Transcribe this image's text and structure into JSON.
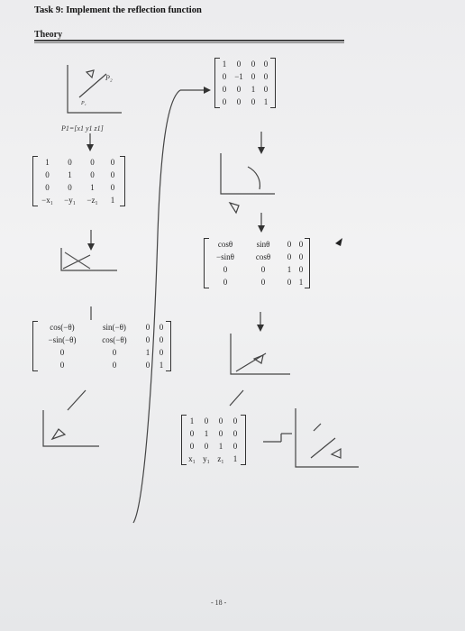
{
  "page": {
    "task_title": "Task 9: Implement the reflection function",
    "section_heading": "Theory",
    "footer": "- 18 -"
  },
  "figure": {
    "label_p1": "P₁",
    "label_p2": "P₂",
    "caption_p1": "P1=[x1 y1 z1]"
  },
  "matrices": {
    "translate_to_origin": [
      [
        "1",
        "0",
        "0",
        "0"
      ],
      [
        "0",
        "1",
        "0",
        "0"
      ],
      [
        "0",
        "0",
        "1",
        "0"
      ],
      [
        "−x₁",
        "−y₁",
        "−z₁",
        "1"
      ]
    ],
    "rotate_neg_theta": [
      [
        "cos(−θ)",
        "sin(−θ)",
        "0",
        "0"
      ],
      [
        "−sin(−θ)",
        "cos(−θ)",
        "0",
        "0"
      ],
      [
        "0",
        "0",
        "1",
        "0"
      ],
      [
        "0",
        "0",
        "0",
        "1"
      ]
    ],
    "reflect_x": [
      [
        "1",
        "0",
        "0",
        "0"
      ],
      [
        "0",
        "−1",
        "0",
        "0"
      ],
      [
        "0",
        "0",
        "1",
        "0"
      ],
      [
        "0",
        "0",
        "0",
        "1"
      ]
    ],
    "rotate_theta": [
      [
        "cosθ",
        "sinθ",
        "0",
        "0"
      ],
      [
        "−sinθ",
        "cosθ",
        "0",
        "0"
      ],
      [
        "0",
        "0",
        "1",
        "0"
      ],
      [
        "0",
        "0",
        "0",
        "1"
      ]
    ],
    "translate_back": [
      [
        "1",
        "0",
        "0",
        "0"
      ],
      [
        "0",
        "1",
        "0",
        "0"
      ],
      [
        "0",
        "0",
        "1",
        "0"
      ],
      [
        "x₁",
        "y₁",
        "z₁",
        "1"
      ]
    ]
  }
}
